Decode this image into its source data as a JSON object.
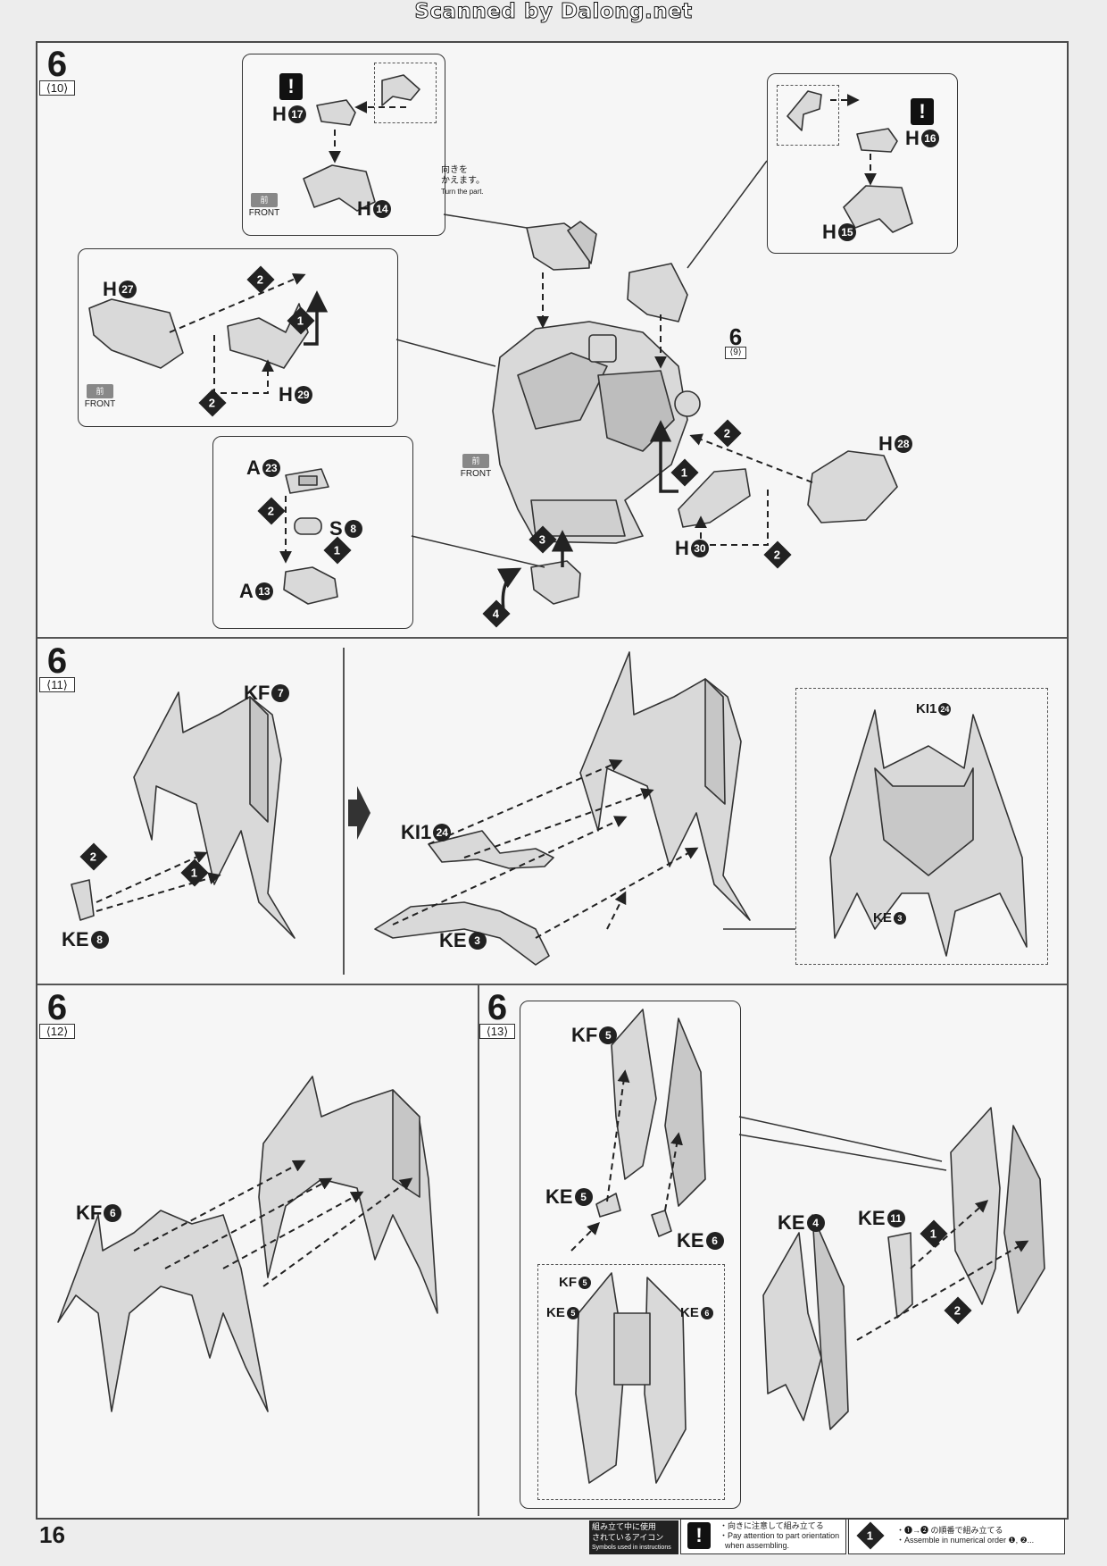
{
  "scan_header": "Scanned by Dalong.net",
  "page_number": "16",
  "steps": [
    {
      "num": "6",
      "sub": "10"
    },
    {
      "num": "6",
      "sub": "11"
    },
    {
      "num": "6",
      "sub": "12"
    },
    {
      "num": "6",
      "sub": "13"
    }
  ],
  "inner_ref": {
    "num": "6",
    "sub": "9"
  },
  "front": {
    "jp": "前",
    "en": "FRONT"
  },
  "turn_note": {
    "jp1": "向きを",
    "jp2": "かえます。",
    "en": "Turn the part."
  },
  "warning_mark": "!",
  "parts": {
    "h17": {
      "letter": "H",
      "num": "17"
    },
    "h14": {
      "letter": "H",
      "num": "14"
    },
    "h16": {
      "letter": "H",
      "num": "16"
    },
    "h15": {
      "letter": "H",
      "num": "15"
    },
    "h27": {
      "letter": "H",
      "num": "27"
    },
    "h29": {
      "letter": "H",
      "num": "29"
    },
    "h28": {
      "letter": "H",
      "num": "28"
    },
    "h30": {
      "letter": "H",
      "num": "30"
    },
    "a23": {
      "letter": "A",
      "num": "23"
    },
    "s8": {
      "letter": "S",
      "num": "8"
    },
    "a13": {
      "letter": "A",
      "num": "13"
    },
    "kf7": {
      "letter": "KF",
      "num": "7"
    },
    "ke8": {
      "letter": "KE",
      "num": "8"
    },
    "ki124": {
      "letter": "KI1",
      "num": "24"
    },
    "ki124b": {
      "letter": "KI1",
      "num": "24"
    },
    "ke3": {
      "letter": "KE",
      "num": "3"
    },
    "ke3b": {
      "letter": "KE",
      "num": "3"
    },
    "kf6": {
      "letter": "KF",
      "num": "6"
    },
    "kf5": {
      "letter": "KF",
      "num": "5"
    },
    "ke5": {
      "letter": "KE",
      "num": "5"
    },
    "ke6": {
      "letter": "KE",
      "num": "6"
    },
    "kf5b": {
      "letter": "KF",
      "num": "5"
    },
    "ke5b": {
      "letter": "KE",
      "num": "5"
    },
    "ke6b": {
      "letter": "KE",
      "num": "6"
    },
    "ke4": {
      "letter": "KE",
      "num": "4"
    },
    "ke11": {
      "letter": "KE",
      "num": "11"
    }
  },
  "order_marks": [
    "1",
    "2",
    "3",
    "4"
  ],
  "legend": {
    "title_jp1": "組み立て中に使用",
    "title_jp2": "されているアイコン",
    "title_en": "Symbols used in instructions",
    "orient_jp": "・向きに注意して組み立てる",
    "orient_en1": "・Pay attention to part orientation",
    "orient_en2": "when assembling.",
    "order_jp": "・❶→❷ の順番で組み立てる",
    "order_en": "・Assemble in numerical order ❶, ❷..."
  }
}
